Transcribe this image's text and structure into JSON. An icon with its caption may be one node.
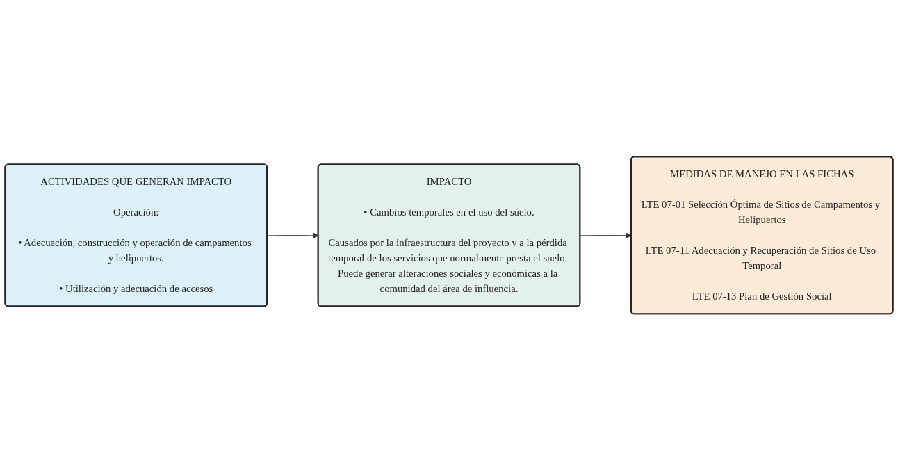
{
  "diagram": {
    "nodes": [
      {
        "text": [
          "ACTIVIDADES QUE GENERAN IMPACTO",
          "Operación:",
          "• Adecuación, construcción y operación de campamentos y helipuertos.",
          "• Utilización y adecuación de accesos"
        ]
      },
      {
        "text": [
          "IMPACTO",
          "• Cambios temporales en el uso del suelo.",
          "Causados por la infraestructura del proyecto y a la pérdida temporal de los servicios que normalmente presta el suelo. Puede generar alteraciones sociales y económicas a la comunidad del área de influencia."
        ]
      },
      {
        "text": [
          "MEDIDAS DE MANEJO EN LAS FICHAS",
          "LTE 07-01 Selección Óptima de Sitios de Campamentos y Helipuertos",
          "LTE 07-11 Adecuación y Recuperación de Sitios de Uso Temporal",
          "LTE 07-13 Plan de Gestión Social"
        ]
      }
    ],
    "edges": [
      {
        "from": 0,
        "to": 1,
        "arrow": "to"
      },
      {
        "from": 1,
        "to": 2,
        "arrow": "to"
      }
    ]
  }
}
